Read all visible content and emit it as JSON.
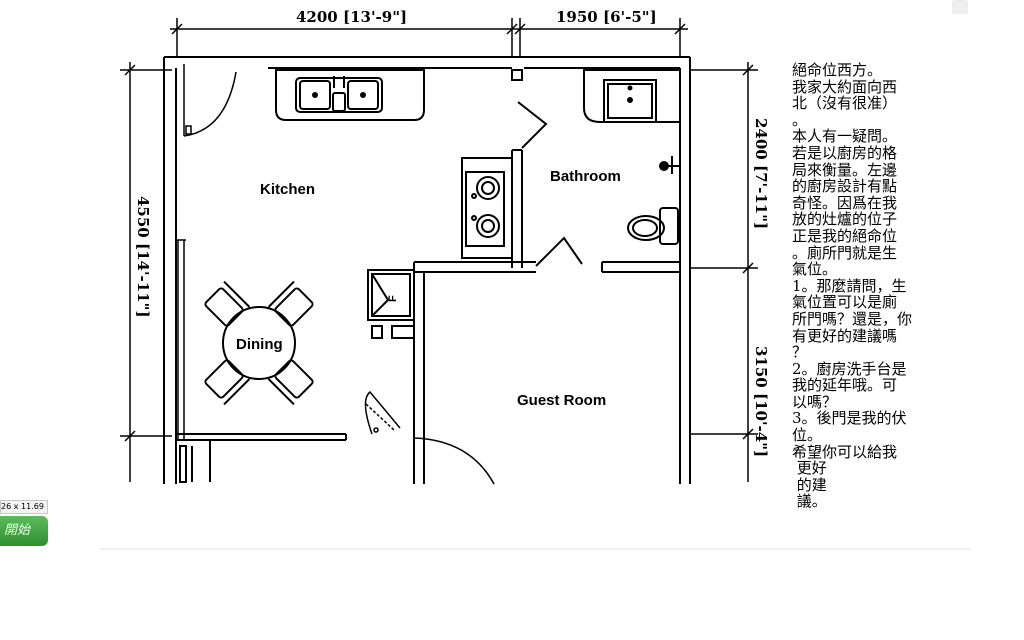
{
  "dimensions": {
    "top_left": "4200 [13'-9\"]",
    "top_right": "1950 [6'-5\"]",
    "left": "4550 [14'-11\"]",
    "right_upper": "2400 [7'-11\"]",
    "right_lower": "3150 [10'-4\"]"
  },
  "rooms": {
    "kitchen": "Kitchen",
    "bathroom": "Bathroom",
    "dining": "Dining",
    "guest_room": "Guest Room"
  },
  "fridge_label": "F",
  "notes": {
    "lines": [
      "絕命位西方。",
      "我家大約面向西",
      "北（沒有很准）",
      "。",
      "本人有一疑問。",
      "若是以廚房的格",
      "局來衡量。左邊",
      "的廚房設計有點",
      "奇怪。因爲在我",
      "放的灶爐的位子",
      "正是我的絕命位",
      "。廁所門就是生",
      "氣位。",
      "1。那麼請問，生",
      "氣位置可以是廁",
      "所門嗎？還是，你",
      "有更好的建議嗎",
      "？",
      "2。廚房洗手台是",
      "我的延年哦。可",
      "以嗎？",
      "3。後門是我的伏",
      "位。",
      "希望你可以給我",
      " 更好",
      " 的建",
      " 議。"
    ]
  },
  "taskbar": {
    "size_tooltip": "26 x 11.69",
    "start_label": "開始"
  }
}
